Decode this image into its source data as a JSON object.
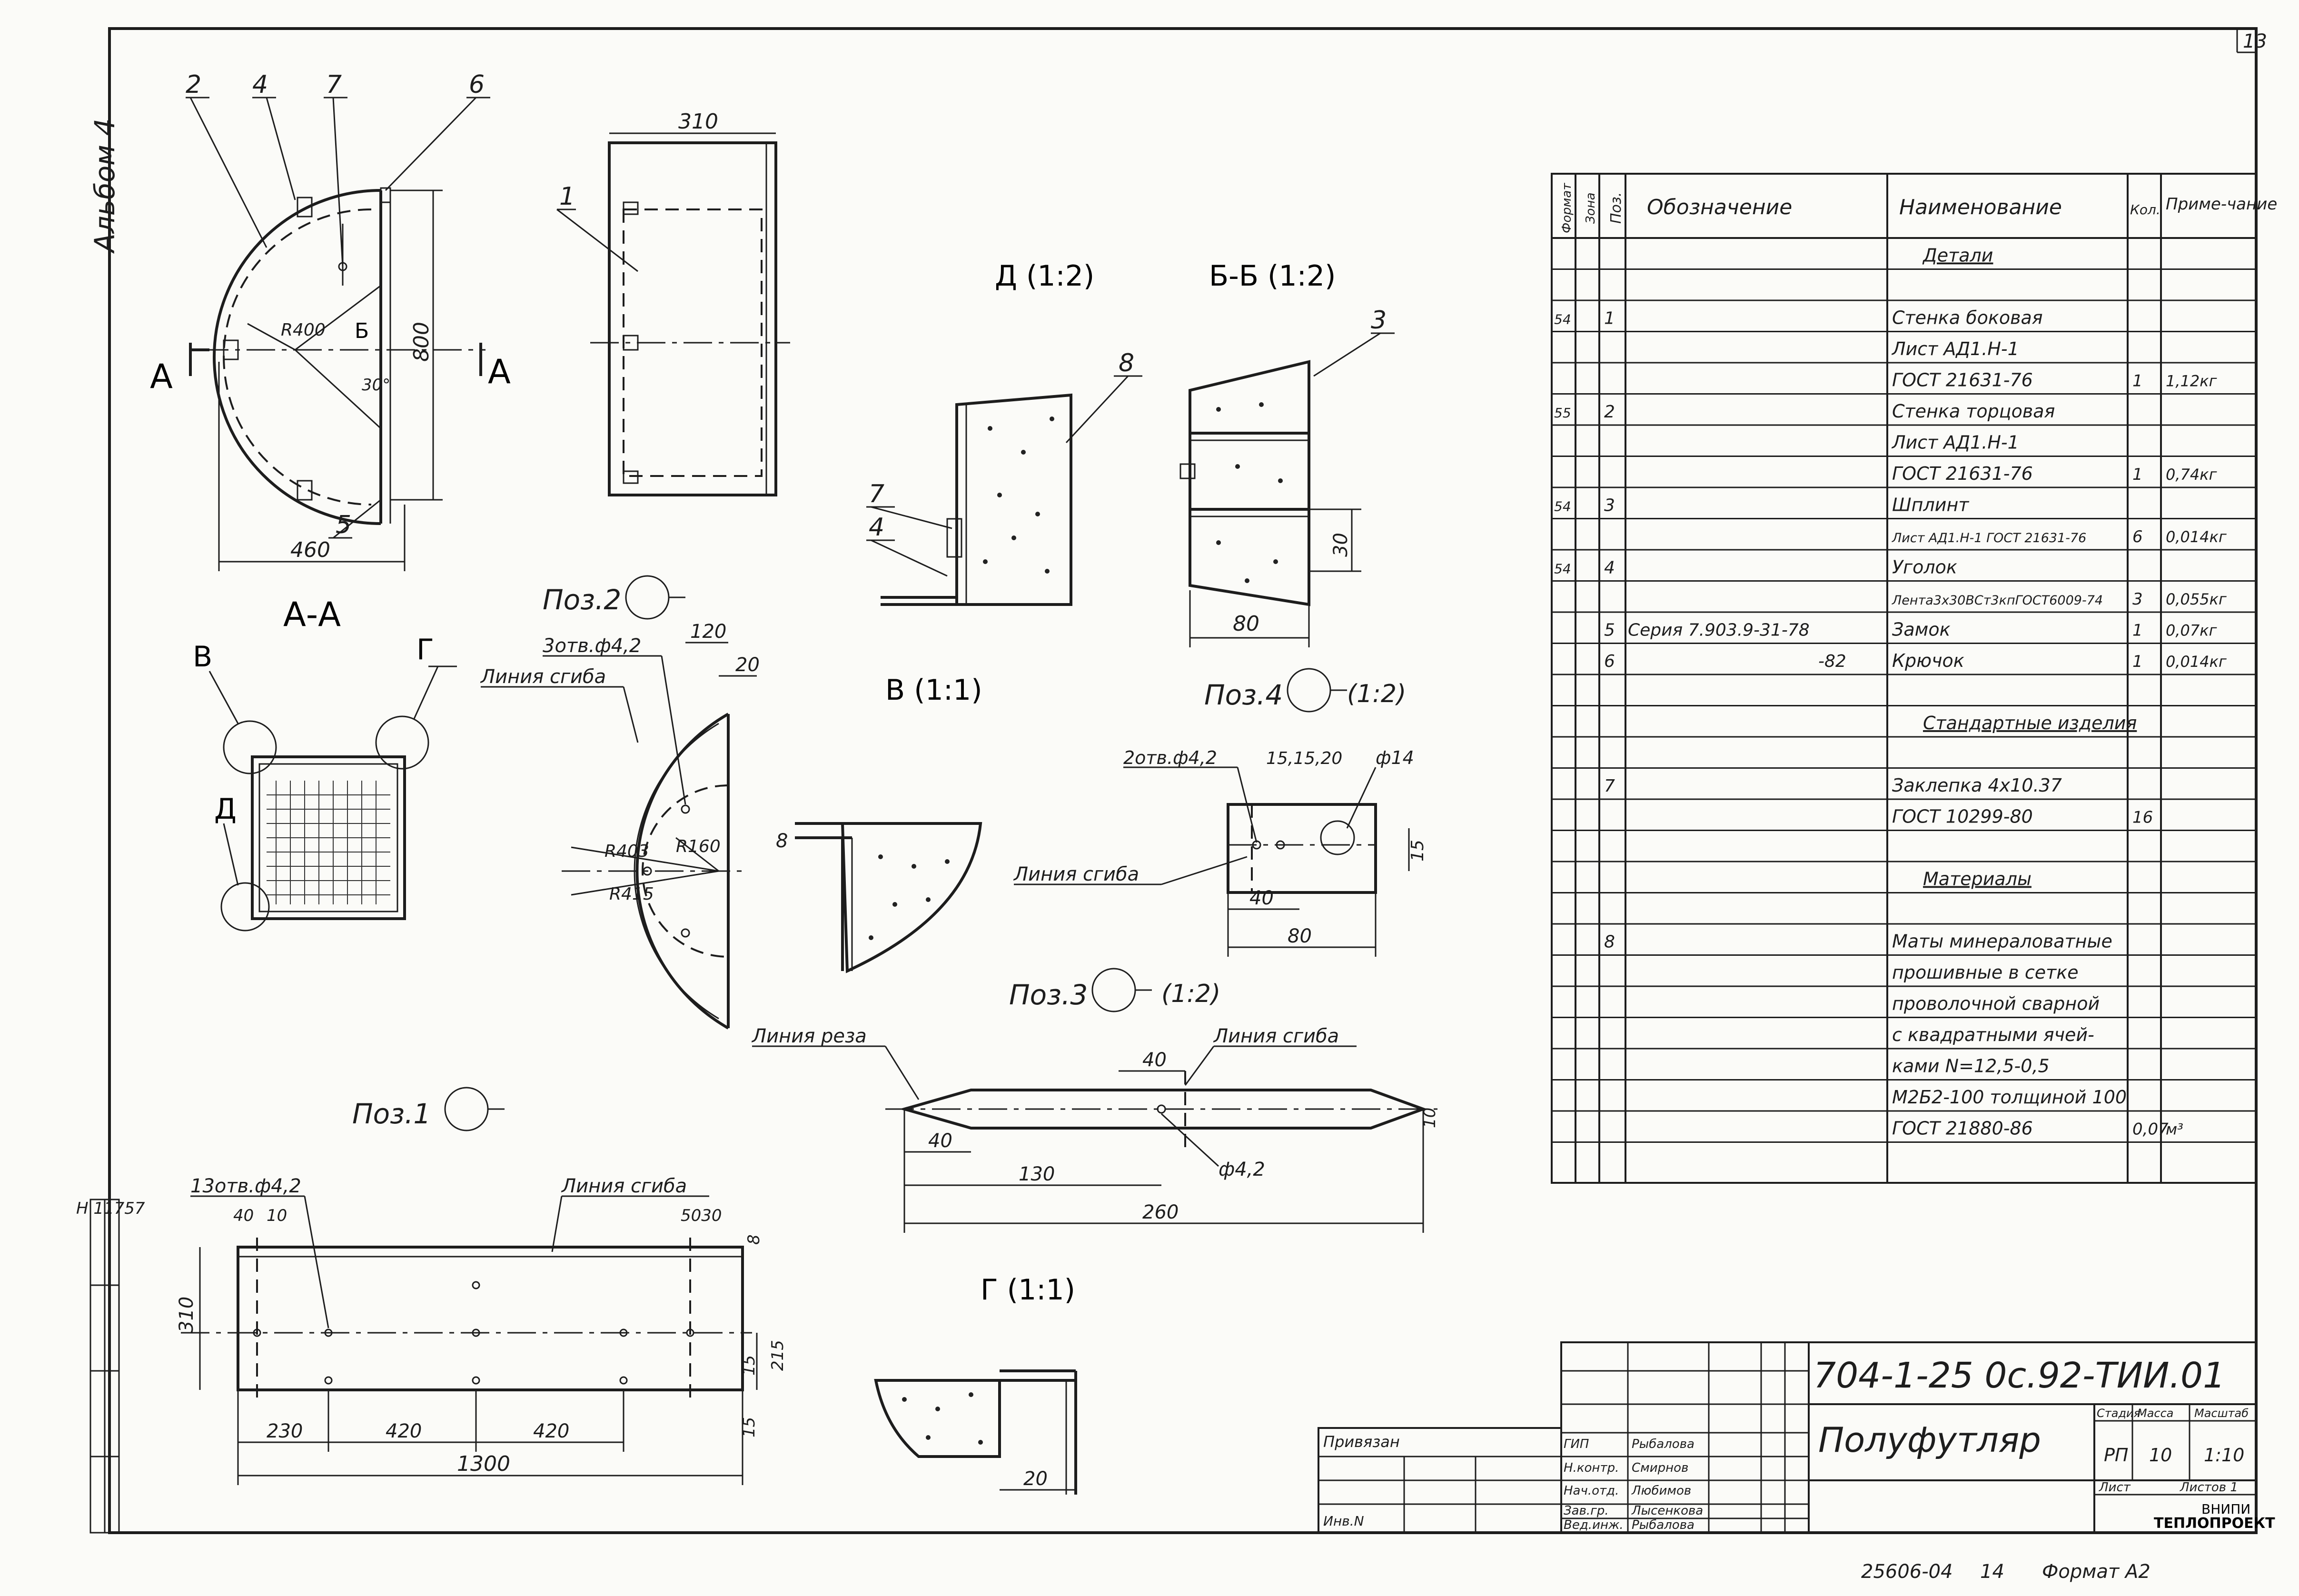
{
  "sheet": {
    "sheet_number": "13",
    "album": "Альбом 4",
    "inv_number": "Н 11757",
    "bottom_code": "25606-04",
    "bottom_sheet": "14",
    "format": "Формат А2"
  },
  "views": {
    "aa": {
      "title": "А-А",
      "section_a": "А",
      "section_b": "Б",
      "dim_width": "460",
      "dim_height": "800",
      "radius": "R400",
      "angle": "30°",
      "callouts": [
        "2",
        "4",
        "7",
        "6",
        "5"
      ]
    },
    "side": {
      "dim_width": "310",
      "callout": "1"
    },
    "d": {
      "title": "Д (1:2)",
      "callouts": [
        "8",
        "7",
        "4"
      ]
    },
    "bb": {
      "title": "Б-Б (1:2)",
      "callout": "3",
      "dim_height": "30",
      "dim_width": "80"
    },
    "v": {
      "title": "В (1:1)",
      "dim": "8"
    },
    "g": {
      "title": "Г (1:1)",
      "dim": "20"
    },
    "detail_marks": [
      "В",
      "Г",
      "Д"
    ],
    "poz1": {
      "title": "Поз.1",
      "holes": "13отв.ф4,2",
      "bend_line": "Линия сгиба",
      "dims_top": [
        "40",
        "10",
        "5030",
        "8"
      ],
      "dims_bottom": [
        "230",
        "420",
        "420"
      ],
      "total": "1300",
      "height": "310",
      "dims_right": [
        "15",
        "215",
        "15"
      ]
    },
    "poz2": {
      "title": "Поз.2",
      "holes": "3отв.ф4,2",
      "bend_line": "Линия сгиба",
      "dims": [
        "120",
        "20"
      ],
      "radii": [
        "R403",
        "R160",
        "R415"
      ]
    },
    "poz3": {
      "title": "Поз.3",
      "scale": "(1:2)",
      "cut_line": "Линия реза",
      "bend_line": "Линия сгиба",
      "dims": [
        "40",
        "40",
        "130",
        "260",
        "ф4,2",
        "10"
      ]
    },
    "poz4": {
      "title": "Поз.4",
      "scale": "(1:2)",
      "holes": "2отв.ф4,2",
      "bend_line": "Линия сгиба",
      "dims": [
        "15,15,20",
        "ф14",
        "40",
        "80",
        "15"
      ]
    }
  },
  "spec_table": {
    "headers": {
      "format": "Формат",
      "zone": "Зона",
      "pos": "Поз.",
      "designation": "Обозначение",
      "name": "Наименование",
      "qty": "Кол.",
      "note": "Приме-чание"
    },
    "rows": [
      {
        "format": "",
        "pos": "",
        "designation": "",
        "name": "Детали",
        "qty": "",
        "note": "",
        "kind": "section"
      },
      {
        "format": "",
        "pos": "",
        "designation": "",
        "name": "",
        "qty": "",
        "note": ""
      },
      {
        "format": "54",
        "pos": "1",
        "designation": "",
        "name": "Стенка боковая",
        "qty": "",
        "note": ""
      },
      {
        "format": "",
        "pos": "",
        "designation": "",
        "name": "Лист АД1.Н-1",
        "qty": "",
        "note": ""
      },
      {
        "format": "",
        "pos": "",
        "designation": "",
        "name": "ГОСТ 21631-76",
        "qty": "1",
        "note": "1,12кг"
      },
      {
        "format": "55",
        "pos": "2",
        "designation": "",
        "name": "Стенка торцовая",
        "qty": "",
        "note": ""
      },
      {
        "format": "",
        "pos": "",
        "designation": "",
        "name": "Лист АД1.Н-1",
        "qty": "",
        "note": ""
      },
      {
        "format": "",
        "pos": "",
        "designation": "",
        "name": "ГОСТ 21631-76",
        "qty": "1",
        "note": "0,74кг"
      },
      {
        "format": "54",
        "pos": "3",
        "designation": "",
        "name": "Шплинт",
        "qty": "",
        "note": ""
      },
      {
        "format": "",
        "pos": "",
        "designation": "",
        "name": "Лист АД1.Н-1 ГОСТ 21631-76",
        "qty": "6",
        "note": "0,014кг"
      },
      {
        "format": "54",
        "pos": "4",
        "designation": "",
        "name": "Уголок",
        "qty": "",
        "note": ""
      },
      {
        "format": "",
        "pos": "",
        "designation": "",
        "name": "Лента3х30ВСт3кпГОСТ6009-74",
        "qty": "3",
        "note": "0,055кг"
      },
      {
        "format": "",
        "pos": "5",
        "designation": "Серия 7.903.9-31-78",
        "name": "Замок",
        "qty": "1",
        "note": "0,07кг"
      },
      {
        "format": "",
        "pos": "6",
        "designation": "-82",
        "name": "Крючок",
        "qty": "1",
        "note": "0,014кг"
      },
      {
        "format": "",
        "pos": "",
        "designation": "",
        "name": "",
        "qty": "",
        "note": ""
      },
      {
        "format": "",
        "pos": "",
        "designation": "",
        "name": "Стандартные изделия",
        "qty": "",
        "note": "",
        "kind": "section"
      },
      {
        "format": "",
        "pos": "",
        "designation": "",
        "name": "",
        "qty": "",
        "note": ""
      },
      {
        "format": "",
        "pos": "7",
        "designation": "",
        "name": "Заклепка 4х10.37",
        "qty": "",
        "note": ""
      },
      {
        "format": "",
        "pos": "",
        "designation": "",
        "name": "ГОСТ 10299-80",
        "qty": "16",
        "note": ""
      },
      {
        "format": "",
        "pos": "",
        "designation": "",
        "name": "",
        "qty": "",
        "note": ""
      },
      {
        "format": "",
        "pos": "",
        "designation": "",
        "name": "Материалы",
        "qty": "",
        "note": "",
        "kind": "section"
      },
      {
        "format": "",
        "pos": "",
        "designation": "",
        "name": "",
        "qty": "",
        "note": ""
      },
      {
        "format": "",
        "pos": "8",
        "designation": "",
        "name": "Маты минераловатные",
        "qty": "",
        "note": ""
      },
      {
        "format": "",
        "pos": "",
        "designation": "",
        "name": "прошивные в сетке",
        "qty": "",
        "note": ""
      },
      {
        "format": "",
        "pos": "",
        "designation": "",
        "name": "проволочной сварной",
        "qty": "",
        "note": ""
      },
      {
        "format": "",
        "pos": "",
        "designation": "",
        "name": "с квадратными ячей-",
        "qty": "",
        "note": ""
      },
      {
        "format": "",
        "pos": "",
        "designation": "",
        "name": "ками N=12,5-0,5",
        "qty": "",
        "note": ""
      },
      {
        "format": "",
        "pos": "",
        "designation": "",
        "name": "М2Б2-100 толщиной 100",
        "qty": "",
        "note": ""
      },
      {
        "format": "",
        "pos": "",
        "designation": "",
        "name": "ГОСТ 21880-86",
        "qty": "0,07",
        "note": "м³"
      }
    ]
  },
  "title_block": {
    "code": "704-1-25 0с.92-ТИИ.01",
    "name": "Полуфутляр",
    "stage_label": "Стадия",
    "mass_label": "Масса",
    "scale_label": "Масштаб",
    "stage": "РП",
    "mass": "10",
    "scale": "1:10",
    "sheet_label": "Лист",
    "sheets_label": "Листов 1",
    "org1": "ВНИПИ",
    "org2": "ТЕПЛОПРОЕКТ",
    "privyazan": "Привязан",
    "inv": "Инв.N",
    "roles": [
      "ГИП",
      "Н.контр.",
      "Нач.отд.",
      "Зав.гр.",
      "Вед.инж."
    ],
    "names": [
      "Рыбалова",
      "Смирнов",
      "Любимов",
      "Лысенкова",
      "Рыбалова"
    ]
  }
}
